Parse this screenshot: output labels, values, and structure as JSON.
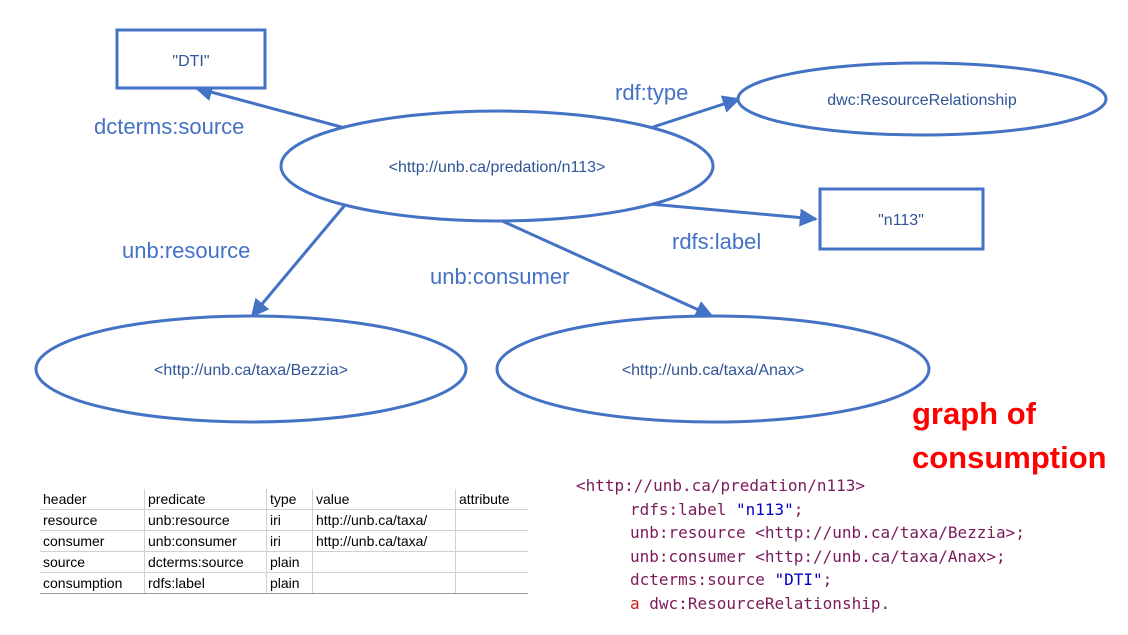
{
  "nodes": {
    "subject": "<http://unb.ca/predation/n113>",
    "source_literal": "\"DTI\"",
    "type_class": "dwc:ResourceRelationship",
    "label_literal": "\"n113\"",
    "resource_taxon": "<http://unb.ca/taxa/Bezzia>",
    "consumer_taxon": "<http://unb.ca/taxa/Anax>"
  },
  "edges": {
    "source": "dcterms:source",
    "type": "rdf:type",
    "label": "rdfs:label",
    "resource": "unb:resource",
    "consumer": "unb:consumer"
  },
  "caption": {
    "line1": "graph of",
    "line2": "consumption"
  },
  "table": {
    "columns": [
      "header",
      "predicate",
      "type",
      "value",
      "attribute"
    ],
    "rows": [
      [
        "resource",
        "unb:resource",
        "iri",
        "http://unb.ca/taxa/",
        ""
      ],
      [
        "consumer",
        "unb:consumer",
        "iri",
        "http://unb.ca/taxa/",
        ""
      ],
      [
        "source",
        "dcterms:source",
        "plain",
        "",
        ""
      ],
      [
        "consumption",
        "rdfs:label",
        "plain",
        "",
        ""
      ]
    ]
  },
  "turtle": {
    "subject": "<http://unb.ca/predation/n113>",
    "label_pred": "rdfs:label",
    "label_val": "\"n113\"",
    "label_end": ";",
    "resource_line": "unb:resource <http://unb.ca/taxa/Bezzia>;",
    "consumer_line": "unb:consumer <http://unb.ca/taxa/Anax>;",
    "source_pred": "dcterms:source",
    "source_val": "\"DTI\"",
    "source_end": ";",
    "type_kw": "a",
    "type_val": "dwc:ResourceRelationship."
  },
  "colors": {
    "shape_stroke": "#4472c4",
    "edge_label": "#4472c4",
    "caption": "#ff0000"
  }
}
